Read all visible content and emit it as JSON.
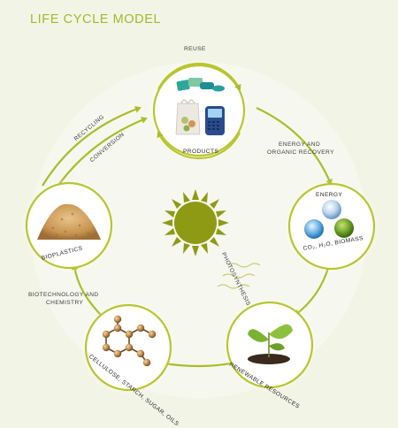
{
  "title": "LIFE CYCLE MODEL",
  "labels": {
    "reuse": "REUSE",
    "recycling": "RECYCLING",
    "conversion": "CONVERSION",
    "energy_recovery_line1": "ENERGY AND",
    "energy_recovery_line2": "ORGANIC RECOVERY",
    "photosynthesis": "PHOTOSYNTHESIS",
    "biotech_line1": "BIOTECHNOLOGY AND",
    "biotech_line2": "CHEMISTRY"
  },
  "nodes": {
    "products": "PRODUCTS",
    "energy_title": "ENERGY",
    "energy_sub": "CO₂, H₂O, BIOMASS",
    "bioplastics": "BIOPLASTICS",
    "renewable": "RENEWABLE RESOURCES",
    "cellulose": "CELLULOSE, STARCH, SUGAR, OILS"
  },
  "colors": {
    "accent": "#a3b82c",
    "ring": "#b8c62e",
    "arrow": "#a9bd2a",
    "sun": "#8f9a14",
    "background": "#f2f5e6"
  }
}
